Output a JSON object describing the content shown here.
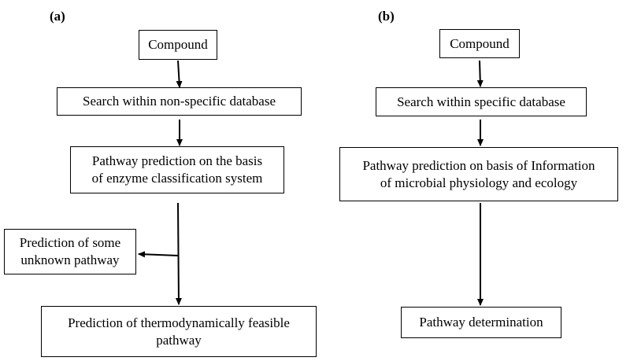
{
  "panels": {
    "a": {
      "label": "(a)",
      "boxes": {
        "compound": "Compound",
        "search": "Search within non-specific database",
        "prediction": "Pathway prediction on the basis\nof enzyme classification system",
        "unknown": "Prediction of some\nunknown pathway",
        "thermo": "Prediction of thermodynamically feasible\npathway"
      }
    },
    "b": {
      "label": "(b)",
      "boxes": {
        "compound": "Compound",
        "search": "Search within specific database",
        "prediction": "Pathway prediction on basis of  Information\nof microbial physiology and ecology",
        "determination": "Pathway determination"
      }
    }
  }
}
